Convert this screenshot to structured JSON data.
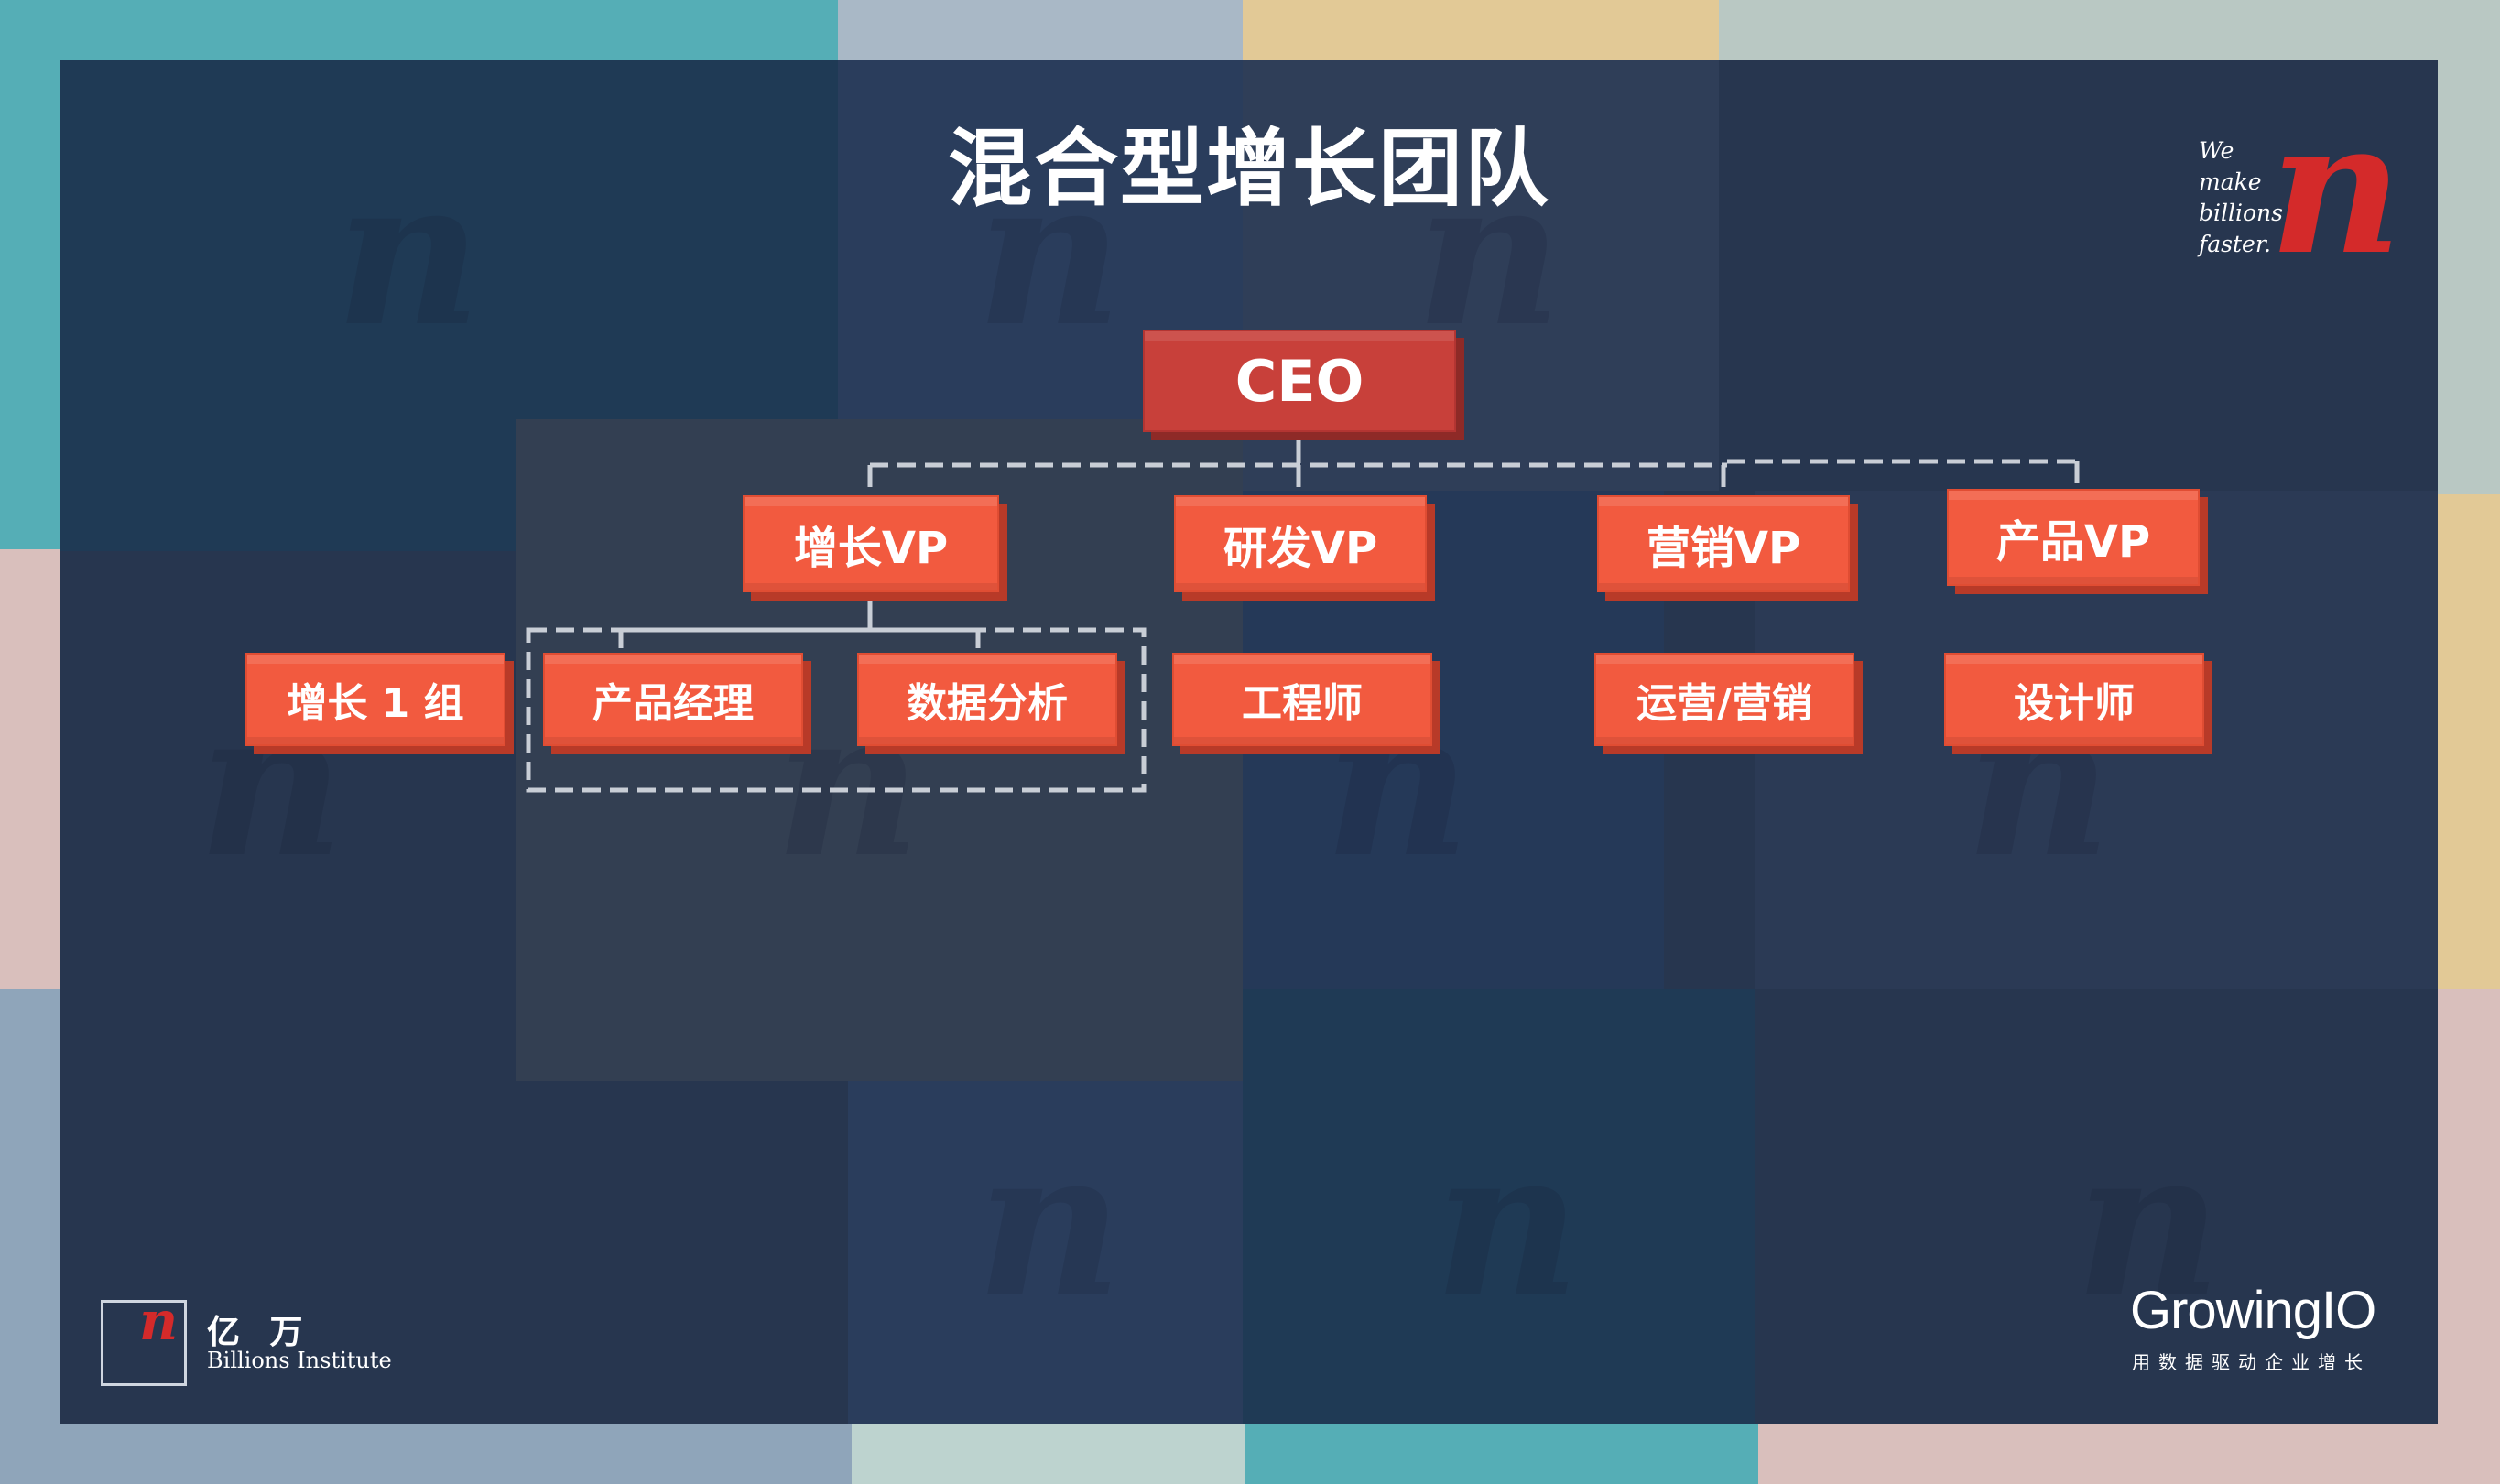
{
  "title": "混合型增长团队",
  "chart": {
    "ceo": "CEO",
    "vps": [
      "增长VP",
      "研发VP",
      "营销VP",
      "产品VP"
    ],
    "teams": [
      "增长 1 组",
      "产品经理",
      "数据分析",
      "工程师",
      "运营/营销",
      "设计师"
    ]
  },
  "brand": {
    "tagline": [
      "We",
      "make",
      "billions",
      "faster."
    ],
    "logo_letter": "n",
    "institute_cn": "亿 万",
    "institute_en": "Billions Institute",
    "growingio": "GrowingIO",
    "growingio_sub": "用数据驱动企业增长"
  },
  "colors": {
    "slide_bg": "#27364f",
    "box": "#f25a3f",
    "ceo_box": "#c8403a",
    "accent_red": "#d42a2a"
  }
}
